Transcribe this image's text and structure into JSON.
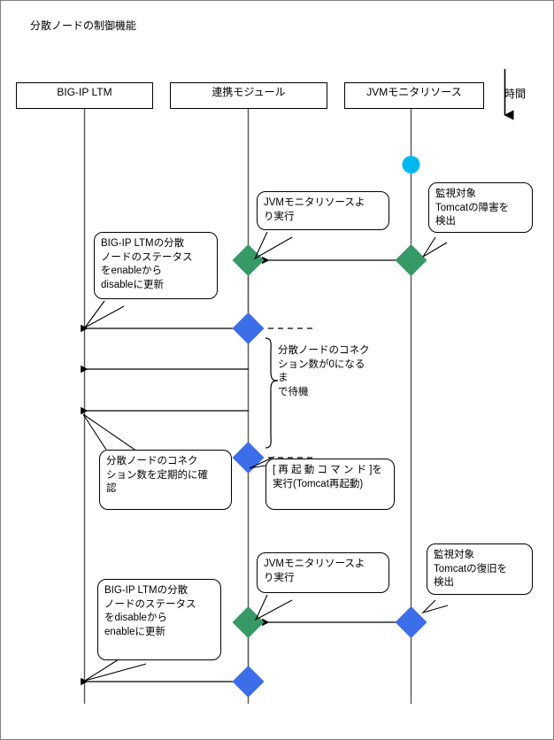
{
  "diagram": {
    "title": "分散ノードの制御機能",
    "time_axis_label": "時間",
    "colors": {
      "green_marker": "#359a66",
      "blue_marker": "#3b6ee8",
      "cyan_marker": "#00b8f0",
      "line": "#000000",
      "frame": "#808080"
    },
    "lifelines": [
      {
        "id": "bigip",
        "label": "BIG-IP LTM"
      },
      {
        "id": "module",
        "label": "連携モジュール"
      },
      {
        "id": "jvm",
        "label": "JVMモニタリソース"
      }
    ],
    "callouts": [
      {
        "id": "fault-detected",
        "text": "監視対象\nTomcatの障害を\n検出"
      },
      {
        "id": "exec-from-jvm-1",
        "text": "JVMモニタリソースよ\nり実行"
      },
      {
        "id": "status-enable-to-disable",
        "text": "BIG-IP LTMの分散\nノードのステータス\nをenableから\ndisableに更新"
      },
      {
        "id": "check-connections-periodically",
        "text": "分散ノードのコネク\nション数を定期的に確\n認"
      },
      {
        "id": "restart-command",
        "text": "[ 再 起 動 コ マ ン ド ]を\n実行(Tomcat再起動)"
      },
      {
        "id": "recovery-detected",
        "text": "監視対象\nTomcatの復旧を\n検出"
      },
      {
        "id": "exec-from-jvm-2",
        "text": "JVMモニタリソースよ\nり実行"
      },
      {
        "id": "status-disable-to-enable",
        "text": "BIG-IP LTMの分散\nノードのステータス\nをdisableから\nenableに更新"
      }
    ],
    "annotations": [
      {
        "id": "wait-until-zero-connections",
        "text": "分散ノードのコネク\nション数が0になるま\nで待機"
      }
    ],
    "markers": [
      {
        "id": "jvm-start-circle",
        "shape": "circle",
        "color": "#00b8f0"
      },
      {
        "id": "jvm-fault-diamond",
        "shape": "diamond",
        "color": "#359a66"
      },
      {
        "id": "module-fault-diamond",
        "shape": "diamond",
        "color": "#359a66"
      },
      {
        "id": "module-disable-diamond",
        "shape": "diamond",
        "color": "#3b6ee8"
      },
      {
        "id": "module-restart-diamond",
        "shape": "diamond",
        "color": "#3b6ee8"
      },
      {
        "id": "jvm-recovery-diamond",
        "shape": "diamond",
        "color": "#3b6ee8"
      },
      {
        "id": "module-recovery-diamond",
        "shape": "diamond",
        "color": "#359a66"
      },
      {
        "id": "module-enable-diamond",
        "shape": "diamond",
        "color": "#3b6ee8"
      }
    ]
  }
}
